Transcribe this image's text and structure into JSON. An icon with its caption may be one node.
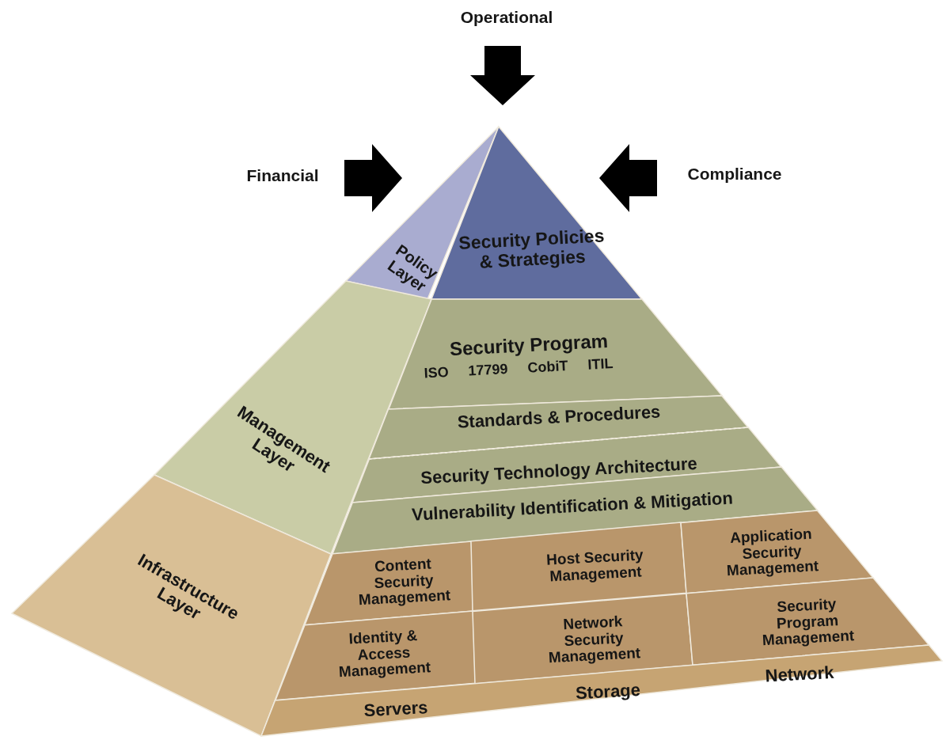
{
  "diagram": {
    "nodes": [
      {
        "text": [
          "Policy Layer"
        ]
      },
      {
        "text": [
          "Security Policies & Strategies"
        ]
      },
      {
        "text": [
          "Management Layer"
        ]
      },
      {
        "text": [
          "Security Program",
          "ISO 17799 CobiT ITIL"
        ]
      },
      {
        "text": [
          "Standards & Procedures"
        ]
      },
      {
        "text": [
          "Security Technology Architecture"
        ]
      },
      {
        "text": [
          "Vulnerability Identification & Mitigation"
        ]
      },
      {
        "text": [
          "Infrastructure Layer"
        ]
      },
      {
        "text": [
          "Content Security Management"
        ]
      },
      {
        "text": [
          "Host Security Management"
        ]
      },
      {
        "text": [
          "Application Security Management"
        ]
      },
      {
        "text": [
          "Identity & Access Management"
        ]
      },
      {
        "text": [
          "Network Security Management"
        ]
      },
      {
        "text": [
          "Security Program Management"
        ]
      },
      {
        "text": [
          "Servers",
          "Storage",
          "Network"
        ]
      }
    ],
    "labels": [
      "Operational",
      "Financial",
      "Compliance"
    ]
  }
}
